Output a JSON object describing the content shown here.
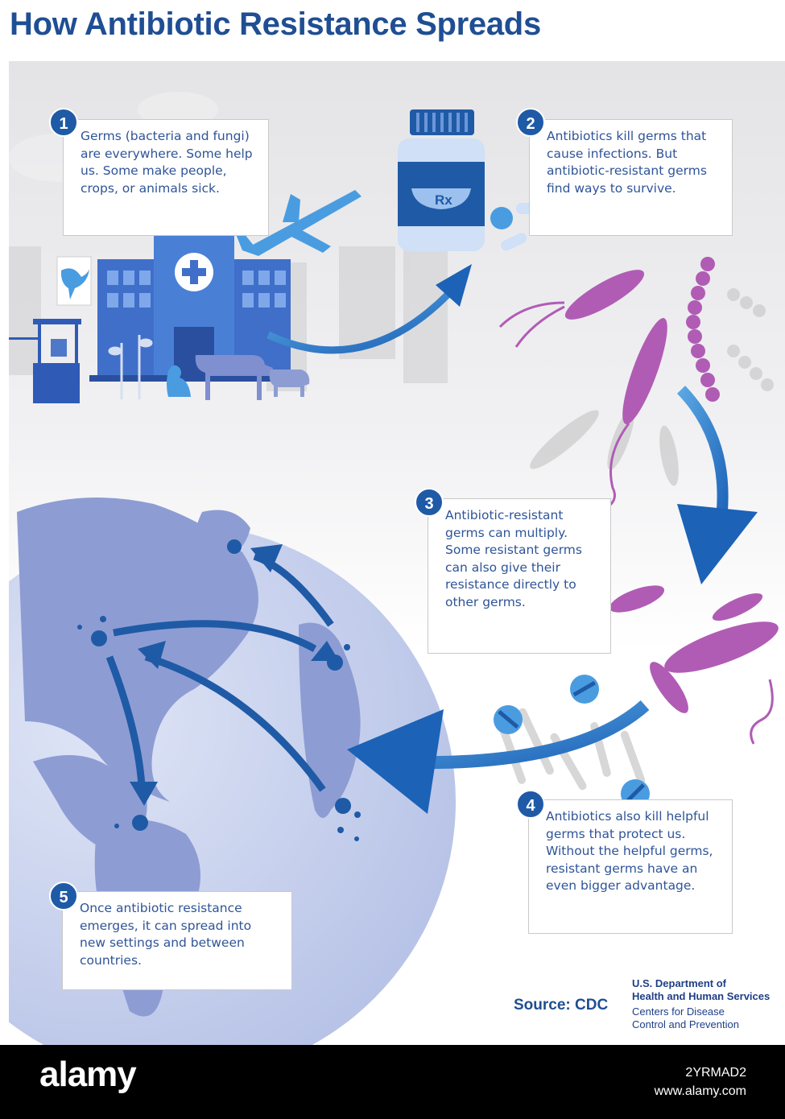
{
  "title": "How Antibiotic Resistance Spreads",
  "steps": [
    {
      "number": "1",
      "text": "Germs (bacteria and fungi) are everywhere. Some help us. Some make people, crops, or animals sick."
    },
    {
      "number": "2",
      "text": "Antibiotics kill germs that cause infections. But antibiotic-resistant germs find ways to survive."
    },
    {
      "number": "3",
      "text": "Antibiotic-resistant germs can multiply. Some resistant germs can also give their resistance directly to other germs."
    },
    {
      "number": "4",
      "text": "Antibiotics also kill helpful germs that protect us. Without the helpful germs, resistant germs have an even bigger advantage."
    },
    {
      "number": "5",
      "text": "Once antibiotic resistance emerges, it can spread into new settings and between countries."
    }
  ],
  "bottle_label": "Rx",
  "source": "Source: CDC",
  "agency": {
    "line1": "U.S. Department of",
    "line2": "Health and Human Services",
    "line3": "Centers for Disease",
    "line4": "Control and Prevention"
  },
  "footer": {
    "watermark": "alamy",
    "image_id": "2YRMAD2",
    "site": "www.alamy.com"
  },
  "colors": {
    "title": "#1f4e93",
    "badge": "#1f5aa6",
    "box_text": "#2f5498",
    "arrow": "#1f6fc4",
    "globe_land": "#8d9dd3",
    "globe_ocean": "#c4cdeb",
    "bacteria": "#b05cb5",
    "footer_bg": "#000000"
  }
}
